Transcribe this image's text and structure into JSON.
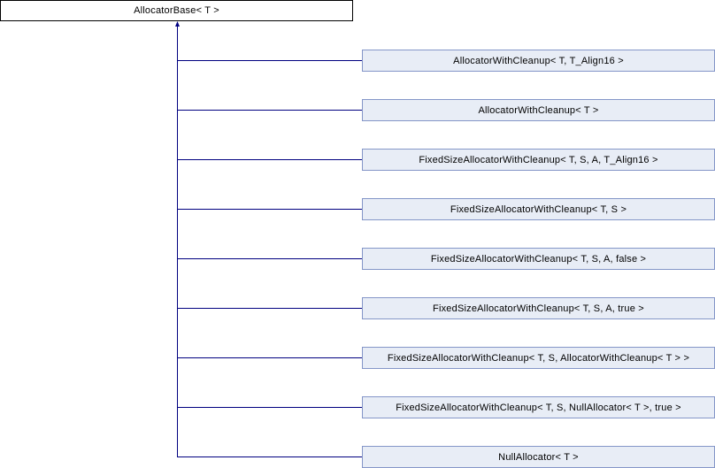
{
  "base": {
    "label": "AllocatorBase< T >"
  },
  "children": [
    {
      "label": "AllocatorWithCleanup< T, T_Align16 >"
    },
    {
      "label": "AllocatorWithCleanup< T >"
    },
    {
      "label": "FixedSizeAllocatorWithCleanup< T, S, A, T_Align16 >"
    },
    {
      "label": "FixedSizeAllocatorWithCleanup< T, S >"
    },
    {
      "label": "FixedSizeAllocatorWithCleanup< T, S, A, false >"
    },
    {
      "label": "FixedSizeAllocatorWithCleanup< T, S, A, true >"
    },
    {
      "label": "FixedSizeAllocatorWithCleanup< T, S, AllocatorWithCleanup< T > >"
    },
    {
      "label": "FixedSizeAllocatorWithCleanup< T, S, NullAllocator< T >, true >"
    },
    {
      "label": "NullAllocator< T >"
    }
  ],
  "colors": {
    "edge": "#000080",
    "child_fill": "#e8edf6",
    "child_border": "#8496c8"
  }
}
